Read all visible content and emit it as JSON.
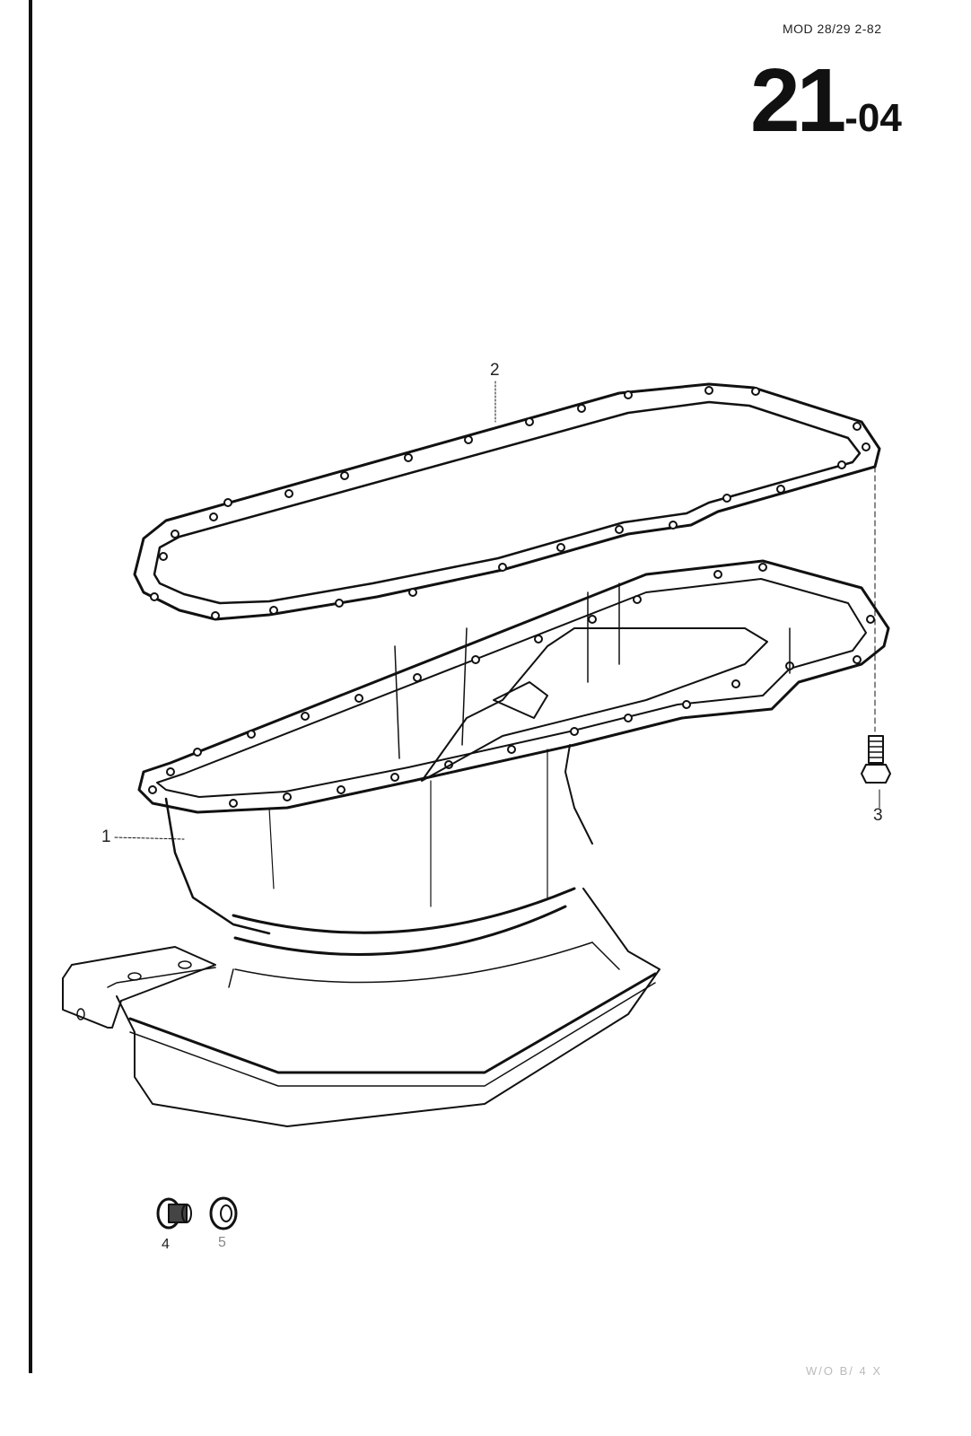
{
  "header": {
    "model_line": "MOD 28/29  2-82",
    "section_main": "21",
    "section_sub": "-04"
  },
  "diagram": {
    "subject": "oil pan assembly (exploded view)",
    "callouts": [
      {
        "id": "1",
        "label": "1",
        "part": "oil-pan"
      },
      {
        "id": "2",
        "label": "2",
        "part": "oil-pan-gasket"
      },
      {
        "id": "3",
        "label": "3",
        "part": "bolt"
      },
      {
        "id": "4",
        "label": "4",
        "part": "drain-plug"
      },
      {
        "id": "5",
        "label": "5",
        "part": "sealing-washer"
      }
    ]
  },
  "footer": {
    "mark": "W/O B/ 4 X"
  },
  "colors": {
    "ink": "#111111",
    "paper": "#ffffff"
  }
}
